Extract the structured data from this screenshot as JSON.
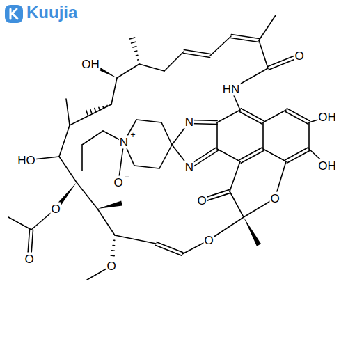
{
  "diagram": {
    "labels": [
      "Kuujia",
      "O",
      "OH",
      "HN",
      "N",
      "OH",
      "N",
      "+",
      "HO",
      "N",
      "OH",
      "O",
      "−",
      "O",
      "O",
      "O",
      "O",
      "O",
      "O"
    ]
  }
}
